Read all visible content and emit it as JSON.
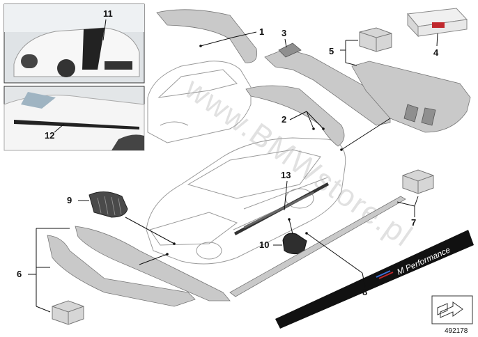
{
  "diagram": {
    "reference_number": "492178",
    "watermark": "www.BMWstore.pl",
    "strip_text": "M Performance",
    "photo_labels": [
      "11",
      "12"
    ],
    "callouts": [
      "1",
      "2",
      "3",
      "4",
      "5",
      "6",
      "7",
      "8",
      "9",
      "10",
      "13"
    ],
    "colors": {
      "line": "#111111",
      "part_fill": "#c9c9c9",
      "part_dark": "#8f8f8f",
      "outline": "#9a9a9a",
      "box_accent": "#c0282d"
    }
  }
}
